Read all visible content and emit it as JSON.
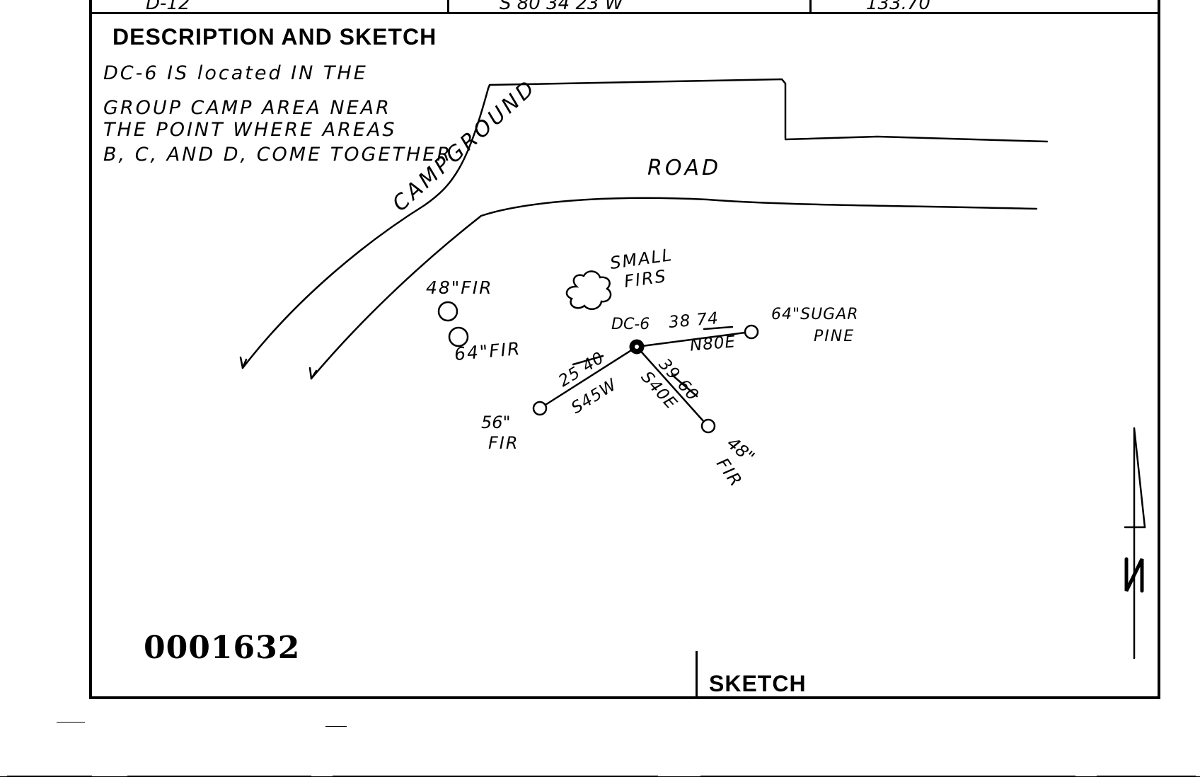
{
  "top_row": {
    "cell1": "D-12",
    "cell2": "S 80 34 23 W",
    "cell3": "133.70"
  },
  "section": {
    "title": "DESCRIPTION  AND  SKETCH"
  },
  "description_note": {
    "line1": "DC-6 IS located IN THE",
    "line2": "GROUP CAMP AREA NEAR",
    "line3": "THE POINT WHERE AREAS",
    "line4": "B, C, AND D, COME TOGETHER"
  },
  "sketch": {
    "road_label_1": "CAMPGROUND",
    "road_label_2": "ROAD",
    "small_firs": [
      "SMALL",
      "FIRS"
    ],
    "station": "DC-6",
    "tree_48_fir_nw": "48\"FIR",
    "tree_64_fir": "64\"FIR",
    "tree_sugar_pine": [
      "64\"SUGAR",
      "PINE"
    ],
    "tree_56_fir": [
      "56\"",
      "FIR"
    ],
    "tree_48_fir_se": [
      "48\"",
      "FIR"
    ],
    "tie_east_distance": "38 74",
    "tie_east_bearing": "N80E",
    "tie_sw_distance": "25 40",
    "tie_sw_bearing": "S45W",
    "tie_se_distance": "39 60",
    "tie_se_bearing": "S40E"
  },
  "doc_number": "0001632",
  "sketch_label": "SKETCH",
  "north_arrow_label": "N"
}
